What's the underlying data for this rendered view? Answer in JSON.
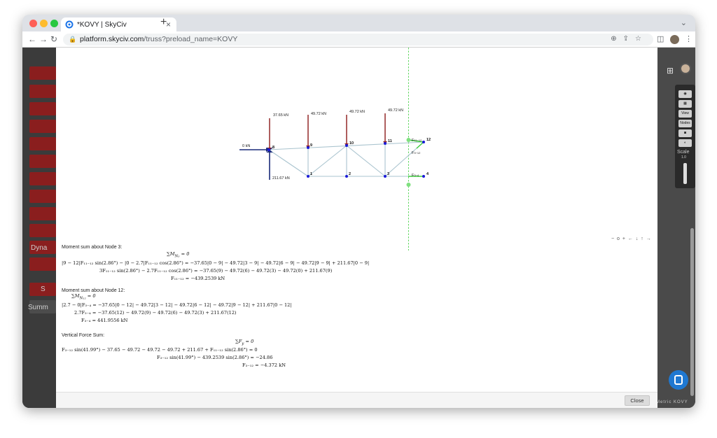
{
  "browser": {
    "tab_title": "*KOVY | SkyCiv",
    "new_tab": "+",
    "tab_close": "×",
    "url_host": "platform.skyciv.com",
    "url_path": "/truss?preload_name=KOVY",
    "tab_menu": "⌄"
  },
  "truss": {
    "loads": [
      "37.65 kN",
      "49.72 kN",
      "49.72 kN",
      "49.72 kN"
    ],
    "horizontal_load": "0 kN",
    "reaction": "211.67 kN",
    "top_nodes": [
      "8",
      "9",
      "10",
      "11",
      "12"
    ],
    "bottom_nodes": [
      "1",
      "2",
      "3",
      "4"
    ],
    "cut_forces": {
      "top": "F",
      "top_sub": "11−12",
      "diag": "F",
      "diag_sub": "3−12",
      "bottom": "F",
      "bottom_sub": "3−4"
    },
    "nav": "− o + ← ↓ ↑ →",
    "colors": {
      "member": "#aac4cf",
      "node": "#1b1bd9",
      "load": "#8b1a1a",
      "reaction": "#1a2a7a",
      "cut": "#3ccc3c"
    }
  },
  "calc": {
    "s1": {
      "heading": "Moment sum about Node 3:",
      "sum": "∑M",
      "sum_sub": "N₃",
      "sum_rhs": " = 0",
      "lines": [
        "|9 − 12|F₁₁₋₁₂ sin(2.86°) − |0 − 2.7|F₁₁₋₁₂ cos(2.86°) = −37.65|0 − 9| − 49.72|3 − 9| − 49.72|6 − 9| − 49.72|9 − 9| + 211.67|0 − 9|",
        "3F₁₁₋₁₂ sin(2.86°) − 2.7F₁₁₋₁₂ cos(2.86°) = −37.65(9) − 49.72(6) − 49.72(3) − 49.72(0) + 211.67(9)",
        "F₁₁₋₁₂ = −439.2539 kN"
      ]
    },
    "s2": {
      "heading": "Moment sum about Node 12:",
      "sum": "∑M",
      "sum_sub": "N₁₂",
      "sum_rhs": " = 0",
      "lines": [
        "|2.7 − 0|F₃₋₄ = −37.65|0 − 12| − 49.72|3 − 12| − 49.72|6 − 12| − 49.72|9 − 12| + 211.67|0 − 12|",
        "2.7F₃₋₄ = −37.65(12) − 49.72(9) − 49.72(6) − 49.72(3) + 211.67(12)",
        "F₃₋₄ = 441.9556 kN"
      ]
    },
    "s3": {
      "heading": "Vertical Force Sum:",
      "sum": "∑F",
      "sum_sub": "y",
      "sum_rhs": " = 0",
      "lines": [
        "F₃₋₁₂ sin(41.99°) − 37.65 − 49.72 − 49.72 − 49.72 + 211.67 + F₁₁₋₁₂ sin(2.86°) = 0",
        "F₃₋₁₂ sin(41.99°) − 439.2539 sin(2.86°) = −24.86",
        "F₃₋₁₂ = −4.372 kN"
      ]
    }
  },
  "footer": {
    "close_label": "Close"
  },
  "sidebar": {
    "label_1": "Dyna",
    "label_2": "S",
    "label_3": "Summ"
  },
  "right_panel": {
    "view_label": "View",
    "nodes_label": "Nodes",
    "scale_label": "Scale",
    "scale_value": "1.0"
  },
  "bottom_labels": "Metric  KOVY"
}
